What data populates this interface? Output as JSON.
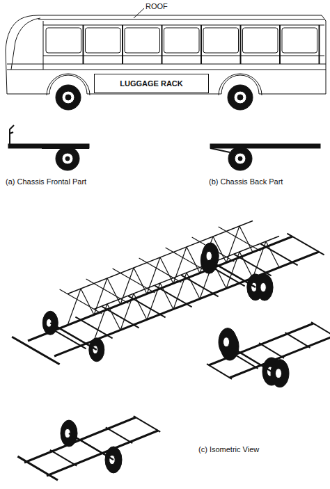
{
  "diagram": {
    "nodes": [
      {
        "text": [
          "LUGGAGE RACK"
        ]
      }
    ],
    "labels": [
      "ROOF",
      "(a) Chassis Frontal Part",
      "(b) Chassis Back Part",
      "(c) Isometric View"
    ]
  }
}
